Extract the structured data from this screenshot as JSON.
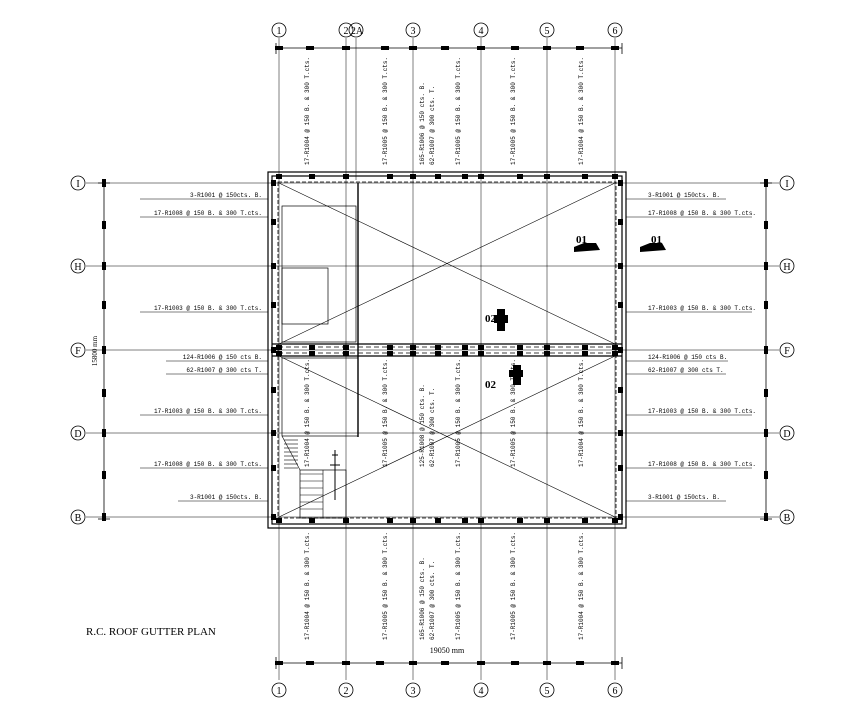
{
  "drawing": {
    "title": "R.C. ROOF GUTTER PLAN",
    "dim_horizontal": "19050 mm",
    "dim_vertical": "15800 mm"
  },
  "grid": {
    "top": [
      "1",
      "2",
      "2A",
      "3",
      "4",
      "5",
      "6"
    ],
    "bottom": [
      "1",
      "2",
      "3",
      "4",
      "5",
      "6"
    ],
    "left": [
      "I",
      "H",
      "F",
      "D",
      "B"
    ],
    "right": [
      "I",
      "H",
      "F",
      "D",
      "B"
    ]
  },
  "callouts": {
    "c1a": "01",
    "c1b": "01",
    "c2a": "02",
    "c2b": "02"
  },
  "notes_left": [
    "3-R1001 @ 150cts. B.",
    "17-R1008 @ 150 B. & 300 T.cts.",
    "17-R1003 @ 150 B. & 300 T.cts.",
    "124-R1006 @ 150 cts B.",
    "62-R1007 @ 300 cts T.",
    "17-R1003 @ 150 B. & 300 T.cts.",
    "17-R1008 @ 150 B. & 300 T.cts.",
    "3-R1001 @ 150cts. B."
  ],
  "notes_right": [
    "3-R1001 @ 150cts. B.",
    "17-R1008 @ 150 B. & 300 T.cts.",
    "17-R1003 @ 150 B. & 300 T.cts.",
    "124-R1006 @ 150 cts B.",
    "62-R1007 @ 300 cts T.",
    "17-R1003 @ 150 B. & 300 T.cts.",
    "17-R1008 @ 150 B. & 300 T.cts.",
    "3-R1001 @ 150cts. B."
  ],
  "notes_vertical": {
    "top": [
      "17-R1004 @ 150 B. & 300 T.cts.",
      "17-R1005 @ 150 B. & 300 T.cts.",
      "165-R1006 @ 150 cts. B.",
      "62-R1007 @ 300 cts. T.",
      "17-R1005 @ 150 B. & 300 T.cts.",
      "17-R1005 @ 150 B. & 300 T.cts.",
      "17-R1004 @ 150 B. & 300 T.cts."
    ],
    "middle": [
      "17-R1004 @ 150 B. & 300 T.cts.",
      "17-R1005 @ 150 B. & 300 T.cts.",
      "125-R1008 @ 150 cts. B.",
      "62-R1007 @ 300 cts. T.",
      "17-R1005 @ 150 B. & 300 T.cts.",
      "17-R1005 @ 150 B. & 300 T.cts.",
      "17-R1004 @ 150 B. & 300 T.cts."
    ],
    "bottom": [
      "17-R1004 @ 150 B. & 300 T.cts.",
      "17-R1005 @ 150 B. & 300 T.cts.",
      "165-R1006 @ 150 cts. B.",
      "62-R1007 @ 300 cts. T.",
      "17-R1005 @ 150 B. & 300 T.cts.",
      "17-R1005 @ 150 B. & 300 T.cts.",
      "17-R1004 @ 150 B. & 300 T.cts."
    ]
  }
}
